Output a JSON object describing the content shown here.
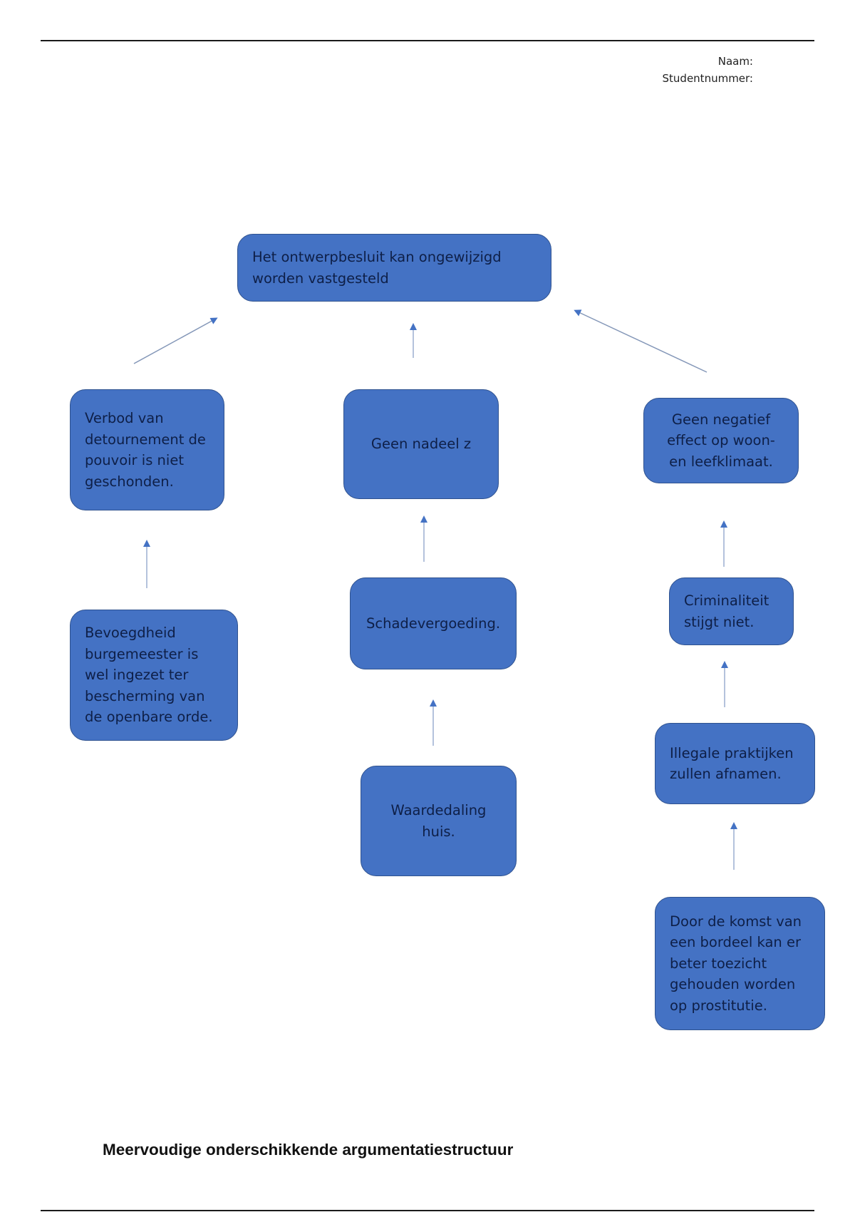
{
  "header": {
    "name_label": "Naam:",
    "student_number_label": "Studentnummer:"
  },
  "diagram": {
    "main_claim": "Het ontwerpbesluit kan ongewijzigd worden vastgesteld",
    "branches": [
      {
        "argument": "Verbod van detournement de pouvoir is niet geschonden.",
        "support": [
          "Bevoegdheid burgemeester is wel ingezet ter bescherming van de openbare orde."
        ]
      },
      {
        "argument": "Geen nadeel z",
        "support": [
          "Schadevergoeding.",
          "Waardedaling huis."
        ]
      },
      {
        "argument": "Geen negatief effect op woon- en leefklimaat.",
        "support": [
          "Criminaliteit stijgt niet.",
          "Illegale praktijken zullen afnamen.",
          "Door de komst van een bordeel kan er beter toezicht gehouden worden op prostitutie."
        ]
      }
    ],
    "colors": {
      "box_fill": "#4472c4",
      "box_border": "#2f528f",
      "text": "#0e1f47",
      "arrow": "#4472c4"
    }
  },
  "caption": "Meervoudige onderschikkende argumentatiestructuur"
}
